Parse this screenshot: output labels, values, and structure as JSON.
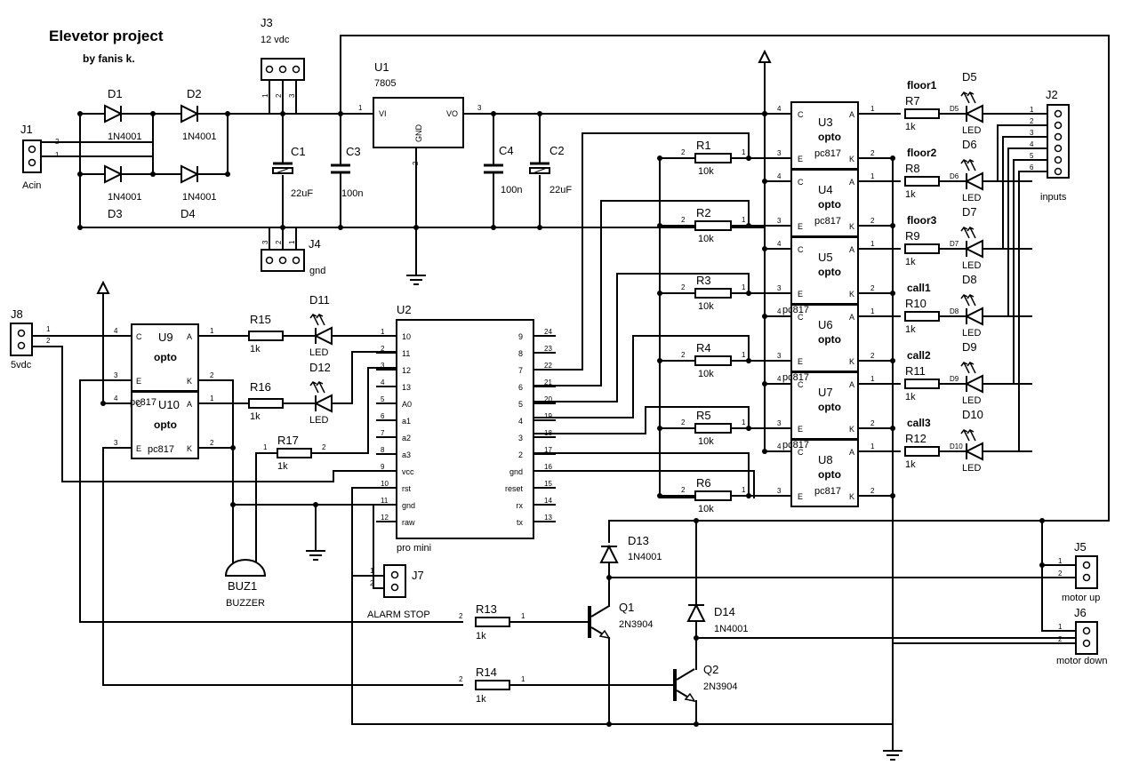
{
  "title": "Elevetor project",
  "author": "by fanis k.",
  "connectors": {
    "J1": {
      "ref": "J1",
      "label": "Acin",
      "pins": [
        "2",
        "1"
      ]
    },
    "J3": {
      "ref": "J3",
      "label": "12 vdc",
      "pins": [
        "1",
        "2",
        "3"
      ]
    },
    "J4": {
      "ref": "J4",
      "label": "gnd",
      "pins": [
        "3",
        "2",
        "1"
      ]
    },
    "J8": {
      "ref": "J8",
      "label": "5vdc",
      "pins": [
        "1",
        "2"
      ]
    },
    "J2": {
      "ref": "J2",
      "label": "inputs",
      "pins": [
        "1",
        "2",
        "3",
        "4",
        "5",
        "6"
      ]
    },
    "J5": {
      "ref": "J5",
      "label": "motor up",
      "pins": [
        "1",
        "2"
      ]
    },
    "J6": {
      "ref": "J6",
      "label": "motor down",
      "pins": [
        "1",
        "2"
      ]
    },
    "J7": {
      "ref": "J7",
      "label": "ALARM STOP",
      "pins": [
        "1",
        "2"
      ]
    }
  },
  "diodes": [
    {
      "ref": "D1",
      "value": "1N4001"
    },
    {
      "ref": "D2",
      "value": "1N4001"
    },
    {
      "ref": "D3",
      "value": "1N4001"
    },
    {
      "ref": "D4",
      "value": "1N4001"
    },
    {
      "ref": "D13",
      "value": "1N4001"
    },
    {
      "ref": "D14",
      "value": "1N4001"
    }
  ],
  "capacitors": [
    {
      "ref": "C1",
      "value": "22uF"
    },
    {
      "ref": "C3",
      "value": "100n"
    },
    {
      "ref": "C4",
      "value": "100n"
    },
    {
      "ref": "C2",
      "value": "22uF"
    }
  ],
  "regulator": {
    "ref": "U1",
    "value": "7805",
    "pins": {
      "vi": "VI",
      "vo": "VO",
      "gnd": "GND"
    },
    "pin_numbers": [
      "1",
      "3",
      "2"
    ]
  },
  "opto_left": [
    {
      "ref": "U9",
      "name": "opto",
      "part": "",
      "pins": [
        "4",
        "3",
        "1",
        "2"
      ],
      "labels": [
        "C",
        "E",
        "A",
        "K"
      ]
    },
    {
      "ref": "U10",
      "name": "opto",
      "part": "pc817",
      "overlap_part": "pc817",
      "pins": [
        "4",
        "3",
        "1",
        "2"
      ],
      "labels": [
        "C",
        "E",
        "A",
        "K"
      ]
    }
  ],
  "opto_right": [
    {
      "ref": "U3",
      "name": "opto",
      "part": "pc817",
      "overlap_part": "",
      "pins": [
        "4",
        "3",
        "1",
        "2"
      ],
      "labels": [
        "C",
        "E",
        "A",
        "K"
      ]
    },
    {
      "ref": "U4",
      "name": "opto",
      "part": "pc817",
      "overlap_part": "",
      "pins": [
        "4",
        "3",
        "1",
        "2"
      ],
      "labels": [
        "C",
        "E",
        "A",
        "K"
      ]
    },
    {
      "ref": "U5",
      "name": "opto",
      "part": "",
      "overlap_part": "",
      "pins": [
        "4",
        "3",
        "1",
        "2"
      ],
      "labels": [
        "C",
        "E",
        "A",
        "K"
      ]
    },
    {
      "ref": "U6",
      "name": "opto",
      "part": "",
      "overlap_part": "pc817",
      "pins": [
        "4",
        "3",
        "1",
        "2"
      ],
      "labels": [
        "C",
        "E",
        "A",
        "K"
      ]
    },
    {
      "ref": "U7",
      "name": "opto",
      "part": "",
      "overlap_part": "pc817",
      "pins": [
        "4",
        "3",
        "1",
        "2"
      ],
      "labels": [
        "C",
        "E",
        "A",
        "K"
      ]
    },
    {
      "ref": "U8",
      "name": "opto",
      "part": "pc817",
      "overlap_part": "pc817",
      "pins": [
        "4",
        "3",
        "1",
        "2"
      ],
      "labels": [
        "C",
        "E",
        "A",
        "K"
      ]
    }
  ],
  "pull_resistors": [
    {
      "ref": "R1",
      "value": "10k",
      "pins": [
        "2",
        "1"
      ]
    },
    {
      "ref": "R2",
      "value": "10k",
      "pins": [
        "2",
        "1"
      ]
    },
    {
      "ref": "R3",
      "value": "10k",
      "pins": [
        "2",
        "1"
      ]
    },
    {
      "ref": "R4",
      "value": "10k",
      "pins": [
        "2",
        "1"
      ]
    },
    {
      "ref": "R5",
      "value": "10k",
      "pins": [
        "2",
        "1"
      ]
    },
    {
      "ref": "R6",
      "value": "10k",
      "pins": [
        "2",
        "1"
      ]
    }
  ],
  "led_channels": [
    {
      "signal": "floor1",
      "res": "R7",
      "res_value": "1k",
      "led": "D5",
      "led_value": "LED"
    },
    {
      "signal": "floor2",
      "res": "R8",
      "res_value": "1k",
      "led": "D6",
      "led_value": "LED"
    },
    {
      "signal": "floor3",
      "res": "R9",
      "res_value": "1k",
      "led": "D7",
      "led_value": "LED"
    },
    {
      "signal": "call1",
      "res": "R10",
      "res_value": "1k",
      "led": "D8",
      "led_value": "LED"
    },
    {
      "signal": "call2",
      "res": "R11",
      "res_value": "1k",
      "led": "D9",
      "led_value": "LED"
    },
    {
      "signal": "call3",
      "res": "R12",
      "res_value": "1k",
      "led": "D10",
      "led_value": "LED"
    }
  ],
  "left_leds": [
    {
      "res": "R15",
      "res_value": "1k",
      "led": "D11",
      "led_value": "LED"
    },
    {
      "res": "R16",
      "res_value": "1k",
      "led": "D12",
      "led_value": "LED"
    }
  ],
  "r17": {
    "ref": "R17",
    "value": "1k",
    "pins": [
      "1",
      "2"
    ]
  },
  "r13": {
    "ref": "R13",
    "value": "1k",
    "pins": [
      "2",
      "1"
    ]
  },
  "r14": {
    "ref": "R14",
    "value": "1k",
    "pins": [
      "2",
      "1"
    ]
  },
  "mcu": {
    "ref": "U2",
    "name": "pro mini",
    "left_pins": [
      {
        "num": "1",
        "label": "10"
      },
      {
        "num": "2",
        "label": "11"
      },
      {
        "num": "3",
        "label": "12"
      },
      {
        "num": "4",
        "label": "13"
      },
      {
        "num": "5",
        "label": "A0"
      },
      {
        "num": "6",
        "label": "a1"
      },
      {
        "num": "7",
        "label": "a2"
      },
      {
        "num": "8",
        "label": "a3"
      },
      {
        "num": "9",
        "label": "vcc"
      },
      {
        "num": "10",
        "label": "rst"
      },
      {
        "num": "11",
        "label": "gnd"
      },
      {
        "num": "12",
        "label": "raw"
      }
    ],
    "right_pins": [
      {
        "num": "24",
        "label": "9"
      },
      {
        "num": "23",
        "label": "8"
      },
      {
        "num": "22",
        "label": "7"
      },
      {
        "num": "21",
        "label": "6"
      },
      {
        "num": "20",
        "label": "5"
      },
      {
        "num": "19",
        "label": "4"
      },
      {
        "num": "18",
        "label": "3"
      },
      {
        "num": "17",
        "label": "2"
      },
      {
        "num": "16",
        "label": "gnd"
      },
      {
        "num": "15",
        "label": "reset"
      },
      {
        "num": "14",
        "label": "rx"
      },
      {
        "num": "13",
        "label": "tx"
      }
    ]
  },
  "buzzer": {
    "ref": "BUZ1",
    "value": "BUZZER"
  },
  "transistors": [
    {
      "ref": "Q1",
      "value": "2N3904"
    },
    {
      "ref": "Q2",
      "value": "2N3904"
    }
  ]
}
